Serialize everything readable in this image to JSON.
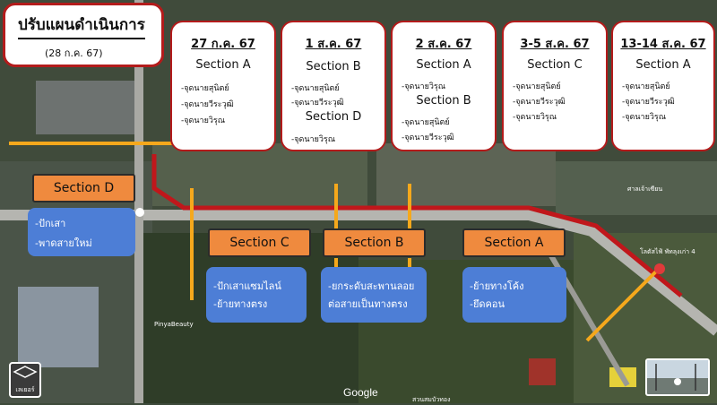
{
  "title": {
    "heading": "ปรับแผนดำเนินการ",
    "date": "(28 ก.ค. 67)"
  },
  "schedule": [
    {
      "date": "27 ก.ค. 67",
      "blocks": [
        {
          "section": "Section A",
          "items": [
            "-จุดนายสุนิตย์",
            "-จุดนายวีระวุฒิ",
            "-จุดนายวิรุณ"
          ]
        }
      ]
    },
    {
      "date": "1 ส.ค. 67",
      "blocks": [
        {
          "section": "Section B",
          "items": [
            "-จุดนายสุนิตย์",
            "-จุดนายวีระวุฒิ"
          ]
        },
        {
          "section": "Section D",
          "items": [
            "-จุดนายวิรุณ"
          ]
        }
      ]
    },
    {
      "date": "2 ส.ค. 67",
      "blocks": [
        {
          "section": "Section A",
          "items": [
            "-จุดนายวิรุณ"
          ]
        },
        {
          "section": "Section B",
          "items": [
            "-จุดนายสุนิตย์",
            "-จุดนายวีระวุฒิ"
          ]
        }
      ]
    },
    {
      "date": "3-5 ส.ค. 67",
      "blocks": [
        {
          "section": "Section C",
          "items": [
            "-จุดนายสุนิตย์",
            "-จุดนายวีระวุฒิ",
            "-จุดนายวิรุณ"
          ]
        }
      ]
    },
    {
      "date": "13-14 ส.ค. 67",
      "blocks": [
        {
          "section": "Section A",
          "items": [
            "-จุดนายสุนิตย์",
            "-จุดนายวีระวุฒิ",
            "-จุดนายวิรุณ"
          ]
        }
      ]
    }
  ],
  "sections": {
    "d": {
      "label": "Section D",
      "tasks": [
        "-ปักเสา",
        "-พาดสายใหม่"
      ]
    },
    "c": {
      "label": "Section C",
      "tasks": [
        "-ปักเสาแซมไลน์",
        "-ย้ายทางตรง"
      ]
    },
    "b": {
      "label": "Section B",
      "tasks": [
        "-ยกระดับสะพานลอย",
        "ต่อสายเป็นทางตรง"
      ]
    },
    "a": {
      "label": "Section A",
      "tasks": [
        "-ย้ายทางโค้ง",
        "-ยึดคอน"
      ]
    }
  },
  "map": {
    "attribution": "Google",
    "layers_label": "เลเยอร์",
    "place_labels": [
      "PinyaBeauty",
      "ศาลเจ้าเซียน",
      "โลตัสไฟ้ พัทลุงเก่า 4",
      "สวนสมบัวทอง"
    ]
  },
  "colors": {
    "route": "#c0171b",
    "marker": "#f5a81c",
    "section": "#ef8a3e",
    "task": "#4d7ed6"
  }
}
